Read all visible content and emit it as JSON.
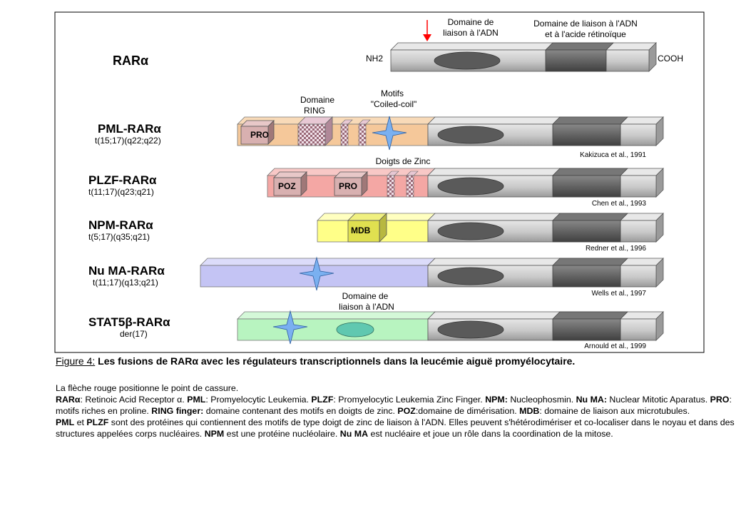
{
  "diagram": {
    "rara": {
      "name": "RARα",
      "nh2": "NH2",
      "cooh": "COOH"
    },
    "top_labels": {
      "domaine_liaison_adn_1": "Domaine de",
      "domaine_liaison_adn_2": "liaison à l'ADN",
      "domaine_liaison_acide_1": "Domaine de liaison à l'ADN",
      "domaine_liaison_acide_2": "et à l'acide rétinoïque",
      "ring_1": "Domaine",
      "ring_2": "RING",
      "coiled_1": "Motifs",
      "coiled_2": "\"Coiled-coil\"",
      "doigts_zinc": "Doigts de Zinc",
      "stat_domaine_1": "Domaine de",
      "stat_domaine_2": "liaison à l'ADN"
    },
    "fusions": [
      {
        "name": "PML-RARα",
        "karyotype": "t(15;17)(q22;q22)",
        "ref": "Kakizuca et al., 1991",
        "box_label": "PRO"
      },
      {
        "name": "PLZF-RARα",
        "karyotype": "t(11;17)(q23;q21)",
        "ref": "Chen et al., 1993",
        "box_label_1": "POZ",
        "box_label_2": "PRO"
      },
      {
        "name": "NPM-RARα",
        "karyotype": "t(5;17)(q35;q21)",
        "ref": "Redner et al., 1996",
        "box_label": "MDB"
      },
      {
        "name": "Nu MA-RARα",
        "karyotype": "t(11;17)(q13;q21)",
        "ref": "Wells et al., 1997"
      },
      {
        "name": "STAT5β-RARα",
        "karyotype": "der(17)",
        "ref": "Arnould et al., 1999"
      }
    ],
    "colors": {
      "rara": "#c8c8c8",
      "rara_dark": "#606060",
      "pml": "#f5c89a",
      "plzf": "#f4a7a4",
      "npm": "#ffff88",
      "numa": "#c4c4f4",
      "stat": "#b8f4c0",
      "arrow": "#ff0000"
    }
  },
  "caption": {
    "figure": "Figure 4:",
    "title": "Les fusions de RARα avec les régulateurs transcriptionnels dans la leucémie aiguë promyélocytaire."
  },
  "legend": {
    "line1": "La flèche rouge positionne le point de cassure.",
    "rara_b": "RARα",
    "rara_t": ": Retinoic Acid Receptor α. ",
    "pml_b": "PML",
    "pml_t": ": Promyelocytic Leukemia. ",
    "plzf_b": "PLZF",
    "plzf_t": ": Promyelocytic Leukemia Zinc Finger. ",
    "npm_b": "NPM:",
    "npm_t": " Nucleophosmin. ",
    "numa_b": "Nu MA:",
    "numa_t": " Nuclear Mitotic Aparatus. ",
    "pro_b": "PRO",
    "pro_t": ": motifs riches en proline. ",
    "ring_b": "RING finger:",
    "ring_t": " domaine contenant des motifs en doigts de zinc. ",
    "poz_b": "POZ",
    "poz_t": ":domaine de dimérisation. ",
    "mdb_b": "MDB",
    "mdb_t": ": domaine de liaison aux microtubules.",
    "p3_pml_b": "PML",
    "p3_et": " et ",
    "p3_plzf_b": "PLZF",
    "p3_t1": " sont des protéines qui contiennent des motifs de type doigt de zinc de liaison à l'ADN. Elles  peuvent s'hétérodimériser et co-localiser dans le noyau et dans des structures appelées corps nucléaires. ",
    "p3_npm_b": "NPM",
    "p3_t2": " est une protéine nucléolaire. ",
    "p3_numa_b": "Nu MA",
    "p3_t3": " est nucléaire et joue un rôle dans la coordination de la mitose."
  }
}
